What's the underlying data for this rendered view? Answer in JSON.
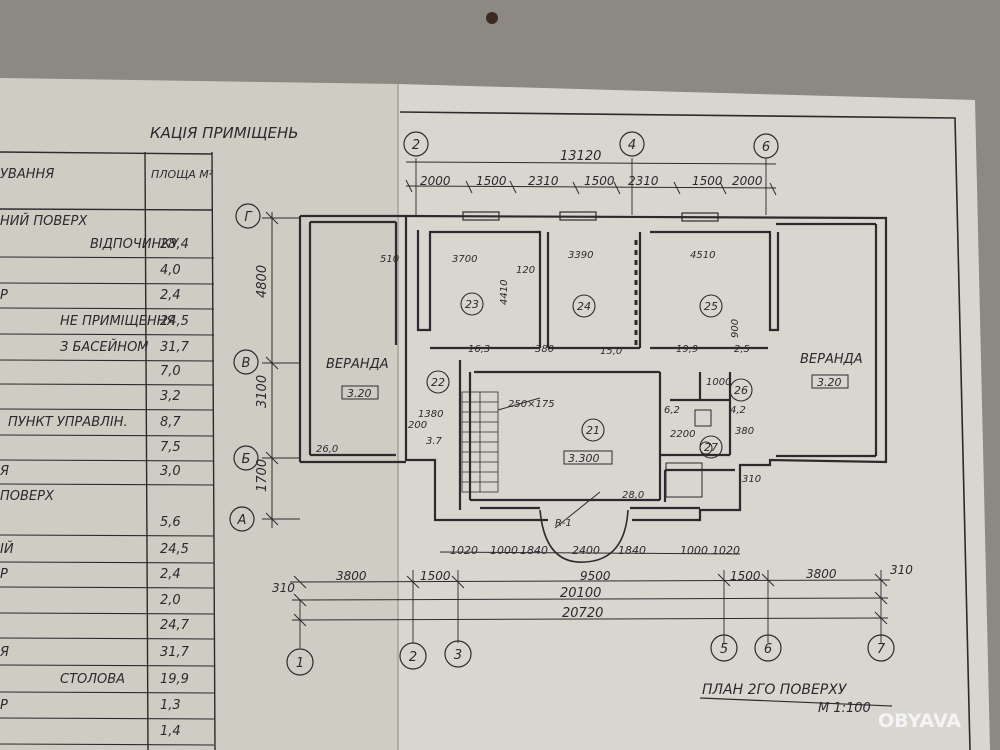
{
  "schedule": {
    "title": "КАЦІЯ ПРИМІЩЕНЬ",
    "col_name": "УВАННЯ",
    "col_area": "ПЛОЩА М²",
    "floor1_header": "НИЙ ПОВЕРХ",
    "floor2_header": "ПОВЕРХ",
    "rows": [
      {
        "name": "ВІДПОЧИНКУ",
        "area": "28,4"
      },
      {
        "name": "",
        "area": "4,0"
      },
      {
        "name": "Р",
        "area": "2,4"
      },
      {
        "name": "НЕ ПРИМІЩЕННЯ",
        "area": "24,5"
      },
      {
        "name": "З БАСЕЙНОМ",
        "area": "31,7"
      },
      {
        "name": "",
        "area": "7,0"
      },
      {
        "name": "",
        "area": "3,2"
      },
      {
        "name": "ПУНКТ УПРАВЛІН.",
        "area": "8,7"
      },
      {
        "name": "",
        "area": "7,5"
      },
      {
        "name": "Я",
        "area": "3,0"
      },
      {
        "name": "",
        "area": "5,6"
      },
      {
        "name": "ІЙ",
        "area": "24,5"
      },
      {
        "name": "Р",
        "area": "2,4"
      },
      {
        "name": "",
        "area": "2,0"
      },
      {
        "name": "",
        "area": "24,7"
      },
      {
        "name": "Я",
        "area": "31,7"
      },
      {
        "name": "СТОЛОВА",
        "area": "19,9"
      },
      {
        "name": "Р",
        "area": "1,3"
      },
      {
        "name": "",
        "area": "1,4"
      }
    ]
  },
  "plan": {
    "axes_top": [
      "2",
      "4",
      "6"
    ],
    "axes_bottom": [
      "1",
      "2",
      "3",
      "5",
      "6",
      "7"
    ],
    "axes_left": [
      "Г",
      "В",
      "Б",
      "А"
    ],
    "dim_total_top": "13120",
    "dims_top": [
      "2000",
      "1500",
      "2310",
      "1500",
      "2310",
      "1500",
      "2000"
    ],
    "dims_left": [
      "4800",
      "3100",
      "1700"
    ],
    "dims_bottom1": [
      "1020",
      "1000",
      "1840",
      "2400",
      "1840",
      "1000",
      "1020"
    ],
    "dims_bottom2": [
      "310",
      "3800",
      "1500",
      "9500",
      "1500",
      "3800",
      "310"
    ],
    "dim_total_1": "20100",
    "dim_total_2": "20720",
    "rooms": [
      "23",
      "24",
      "25",
      "21",
      "22",
      "26",
      "27"
    ],
    "veranda_label": "ВЕРАНДА",
    "veranda_level": "3.20",
    "floor_level": "3.300",
    "stair_level": "3.7",
    "inner_dims": [
      "3700",
      "3390",
      "4510",
      "510",
      "120",
      "380",
      "4410",
      "16,3",
      "15,0",
      "19,9",
      "26,0",
      "28,0",
      "250×175",
      "1380",
      "1000",
      "900",
      "2,5",
      "6,2",
      "2200",
      "4,2",
      "380",
      "310",
      "200",
      "R-1"
    ],
    "plan_title": "ПЛАН 2ГО ПОВЕРХУ",
    "scale": "М 1:100"
  },
  "watermark": "OBYAVA",
  "colors": {
    "ink": "#2b2b2e",
    "paper": "#d9d6cf",
    "wall": "#8d8a83"
  }
}
